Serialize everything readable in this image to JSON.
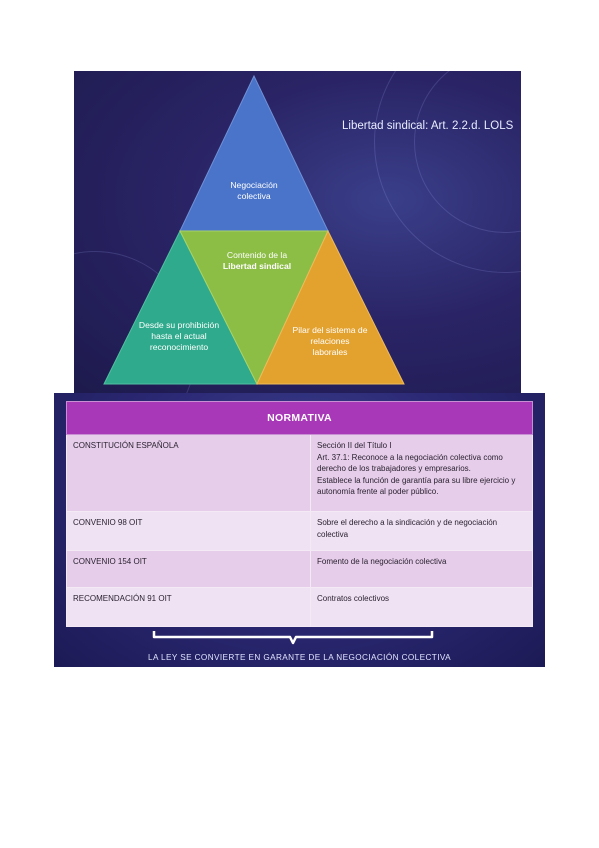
{
  "slide1": {
    "title": "Libertad sindical: Art. 2.2.d. LOLS",
    "pyramid": {
      "top": "Negociación colectiva",
      "center_line1": "Contenido de la",
      "center_bold": "Libertad sindical",
      "left": "Desde su prohibición hasta el actual reconocimiento",
      "right": "Pilar del sistema de relaciones laborales"
    },
    "colors": {
      "top": "#4a74c9",
      "center": "#8cbd45",
      "left": "#2faa8c",
      "right": "#e3a12e"
    }
  },
  "slide2": {
    "table": {
      "header": "NORMATIVA",
      "rows": [
        {
          "left": "CONSTITUCIÓN ESPAÑOLA",
          "right_lines": [
            "Sección II del Título I",
            "Art. 37.1: Reconoce a la negociación colectiva como derecho de los trabajadores y empresarios.",
            "Establece la función de garantía para su libre ejercicio y autonomía frente al poder público."
          ]
        },
        {
          "left": "CONVENIO 98 OIT",
          "right_lines": [
            "Sobre el derecho a la sindicación y de negociación colectiva"
          ]
        },
        {
          "left": "CONVENIO 154 OIT",
          "right_lines": [
            "Fomento de la negociación colectiva"
          ]
        },
        {
          "left": "RECOMENDACIÓN 91 OIT",
          "right_lines": [
            "Contratos colectivos"
          ]
        }
      ]
    },
    "footer": "LA LEY SE CONVIERTE EN GARANTE DE LA NEGOCIACIÓN COLECTIVA",
    "colors": {
      "header": "#a838b8",
      "row_dark": "#e6cdea",
      "row_light": "#efe2f2"
    }
  }
}
